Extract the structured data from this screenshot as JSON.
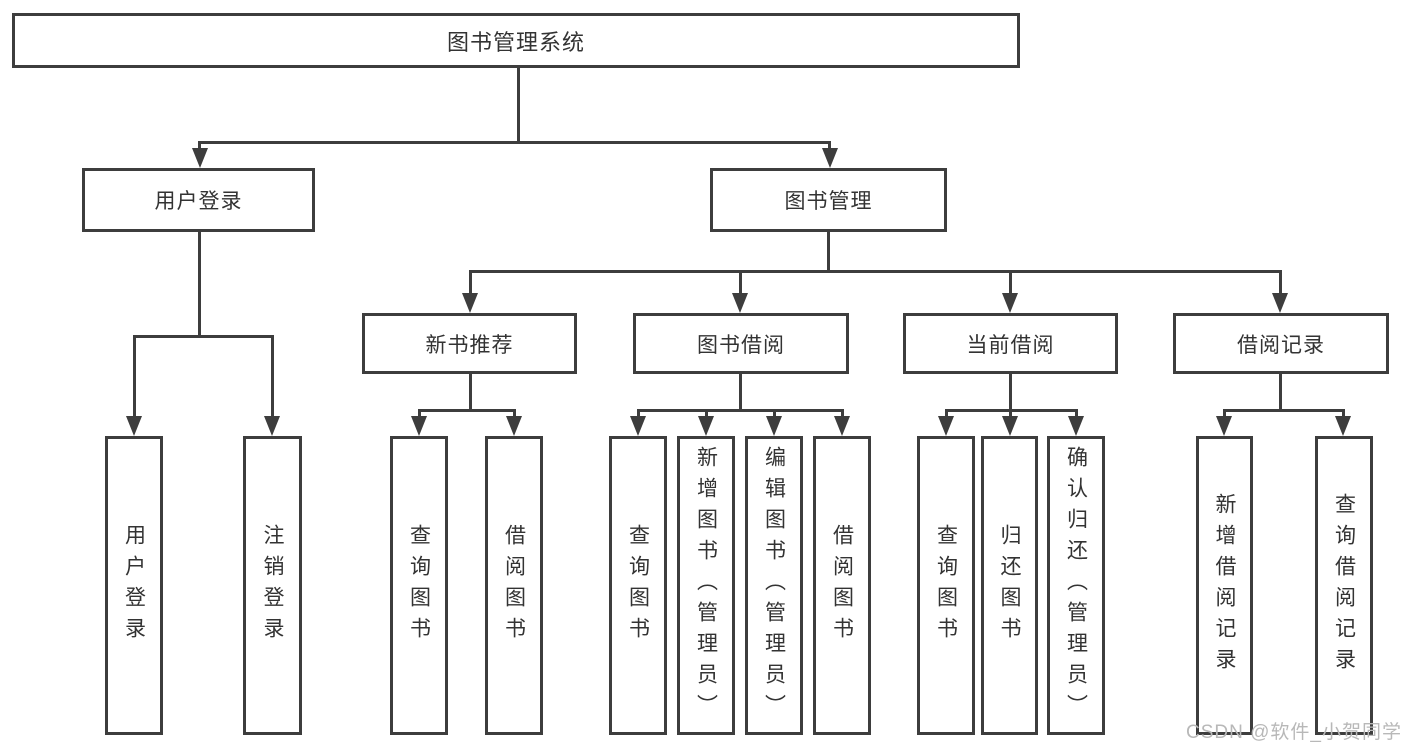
{
  "colors": {
    "line": "#3d3d3d",
    "text": "#333333",
    "box_background": "#ffffff",
    "page_background": "#ffffff",
    "watermark": "#b8b8b8"
  },
  "watermark": {
    "text": "CSDN @软件_小贺同学"
  },
  "tree": {
    "root": {
      "label": "图书管理系统"
    },
    "branches": [
      {
        "label": "用户登录",
        "leaves": [
          {
            "label": "用户登录"
          },
          {
            "label": "注销登录"
          }
        ]
      },
      {
        "label": "图书管理",
        "groups": [
          {
            "label": "新书推荐",
            "leaves": [
              {
                "label": "查询图书"
              },
              {
                "label": "借阅图书"
              }
            ]
          },
          {
            "label": "图书借阅",
            "leaves": [
              {
                "label": "查询图书"
              },
              {
                "label": "新增图书（管理员）"
              },
              {
                "label": "编辑图书（管理员）"
              },
              {
                "label": "借阅图书"
              }
            ]
          },
          {
            "label": "当前借阅",
            "leaves": [
              {
                "label": "查询图书"
              },
              {
                "label": "归还图书"
              },
              {
                "label": "确认归还（管理员）"
              }
            ]
          },
          {
            "label": "借阅记录",
            "leaves": [
              {
                "label": "新增借阅记录"
              },
              {
                "label": "查询借阅记录"
              }
            ]
          }
        ]
      }
    ]
  }
}
